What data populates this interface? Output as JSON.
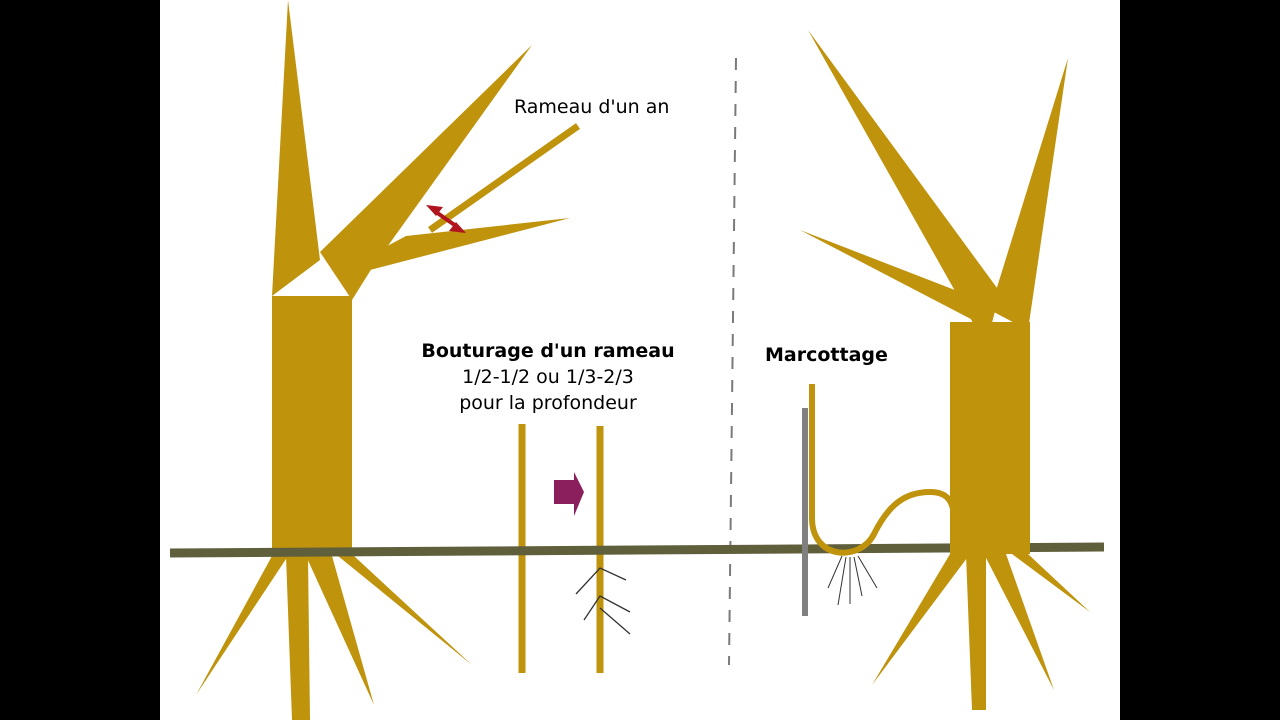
{
  "labels": {
    "one_year_branch": "Rameau d'un an",
    "cutting_title": "Bouturage d'un rameau",
    "cutting_ratio": "1/2-1/2 ou 1/3-2/3",
    "cutting_depth": "pour la profondeur",
    "layering_title": "Marcottage"
  },
  "colors": {
    "wood": "#bf930c",
    "ground": "#5f5f3c",
    "stake": "#808080",
    "double_arrow": "#b0141e",
    "block_arrow": "#8b1e5c",
    "roots": "#333333",
    "background": "#ffffff",
    "letterbox": "#000000"
  }
}
